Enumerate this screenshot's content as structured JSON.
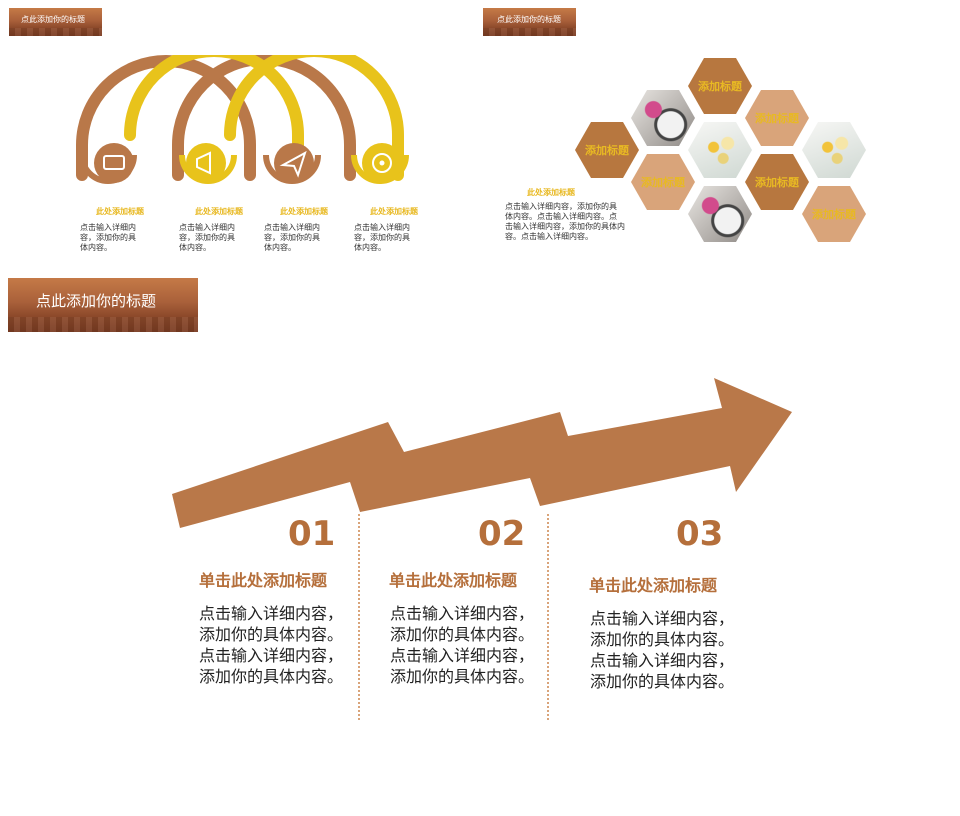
{
  "slide1": {
    "header": "点此添加你的标题",
    "items": [
      {
        "title": "此处添加标题",
        "text": [
          "点击输入详细内",
          "容，添加你的具",
          "体内容。"
        ],
        "icon": "tv-icon"
      },
      {
        "title": "此处添加标题",
        "text": [
          "点击输入详细内",
          "容，添加你的具",
          "体内容。"
        ],
        "icon": "megaphone-icon"
      },
      {
        "title": "此处添加标题",
        "text": [
          "点击输入详细内",
          "容，添加你的具",
          "体内容。"
        ],
        "icon": "paper-plane-icon"
      },
      {
        "title": "此处添加标题",
        "text": [
          "点击输入详细内",
          "容，添加你的具",
          "体内容。"
        ],
        "icon": "disc-icon"
      }
    ],
    "colors": {
      "brown": "#b97849",
      "yellow": "#e8c31b"
    }
  },
  "slide2": {
    "header": "点此添加你的标题",
    "hex_labels": [
      "添加标题",
      "添加标题",
      "添加标题",
      "添加标题",
      "添加标题",
      "添加标题"
    ],
    "left_title": "此处添加标题",
    "left_text": [
      "点击输入详细内容，添加你的具",
      "体内容。点击输入详细内容。点",
      "击输入详细内容，添加你的具体内",
      "容。点击输入详细内容。"
    ]
  },
  "slide3": {
    "header": "点此添加你的标题",
    "steps": [
      {
        "num": "01",
        "title": "单击此处添加标题",
        "text": [
          "点击输入详细内容，",
          "添加你的具体内容。",
          "点击输入详细内容，",
          "添加你的具体内容。"
        ]
      },
      {
        "num": "02",
        "title": "单击此处添加标题",
        "text": [
          "点击输入详细内容，",
          "添加你的具体内容。",
          "点击输入详细内容，",
          "添加你的具体内容。"
        ]
      },
      {
        "num": "03",
        "title": "单击此处添加标题",
        "text": [
          "点击输入详细内容，",
          "添加你的具体内容。",
          "点击输入详细内容，",
          "添加你的具体内容。"
        ]
      }
    ],
    "arrow_color": "#b97849"
  }
}
